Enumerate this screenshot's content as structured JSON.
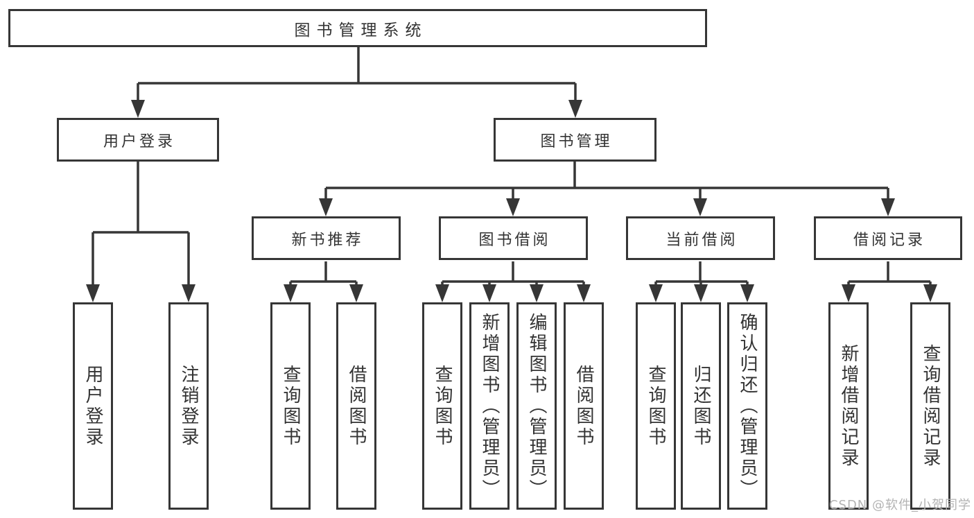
{
  "diagram": {
    "root": {
      "label": "图书管理系统"
    },
    "level2": [
      {
        "id": "user_login",
        "label": "用户登录"
      },
      {
        "id": "book_management",
        "label": "图书管理"
      }
    ],
    "level3": [
      {
        "id": "new_book_recommend",
        "label": "新书推荐"
      },
      {
        "id": "book_borrowing",
        "label": "图书借阅"
      },
      {
        "id": "current_borrowing",
        "label": "当前借阅"
      },
      {
        "id": "borrowing_records",
        "label": "借阅记录"
      }
    ],
    "leaves": {
      "user_login": [
        "用户登录",
        "注销登录"
      ],
      "new_book": [
        "查询图书",
        "借阅图书"
      ],
      "book_borrow": [
        "查询图书",
        "新增图书（管理员）",
        "编辑图书（管理员）",
        "借阅图书"
      ],
      "current_borrow": [
        "查询图书",
        "归还图书",
        "确认归还（管理员）"
      ],
      "borrow_record": [
        "新增借阅记录",
        "查询借阅记录"
      ]
    },
    "watermark": "CSDN @软件_小贺同学",
    "colors": {
      "line": "#363636",
      "text": "#333333",
      "box_background": "#ffffff",
      "background": "#ffffff",
      "watermark": "#b3b3b3"
    }
  }
}
